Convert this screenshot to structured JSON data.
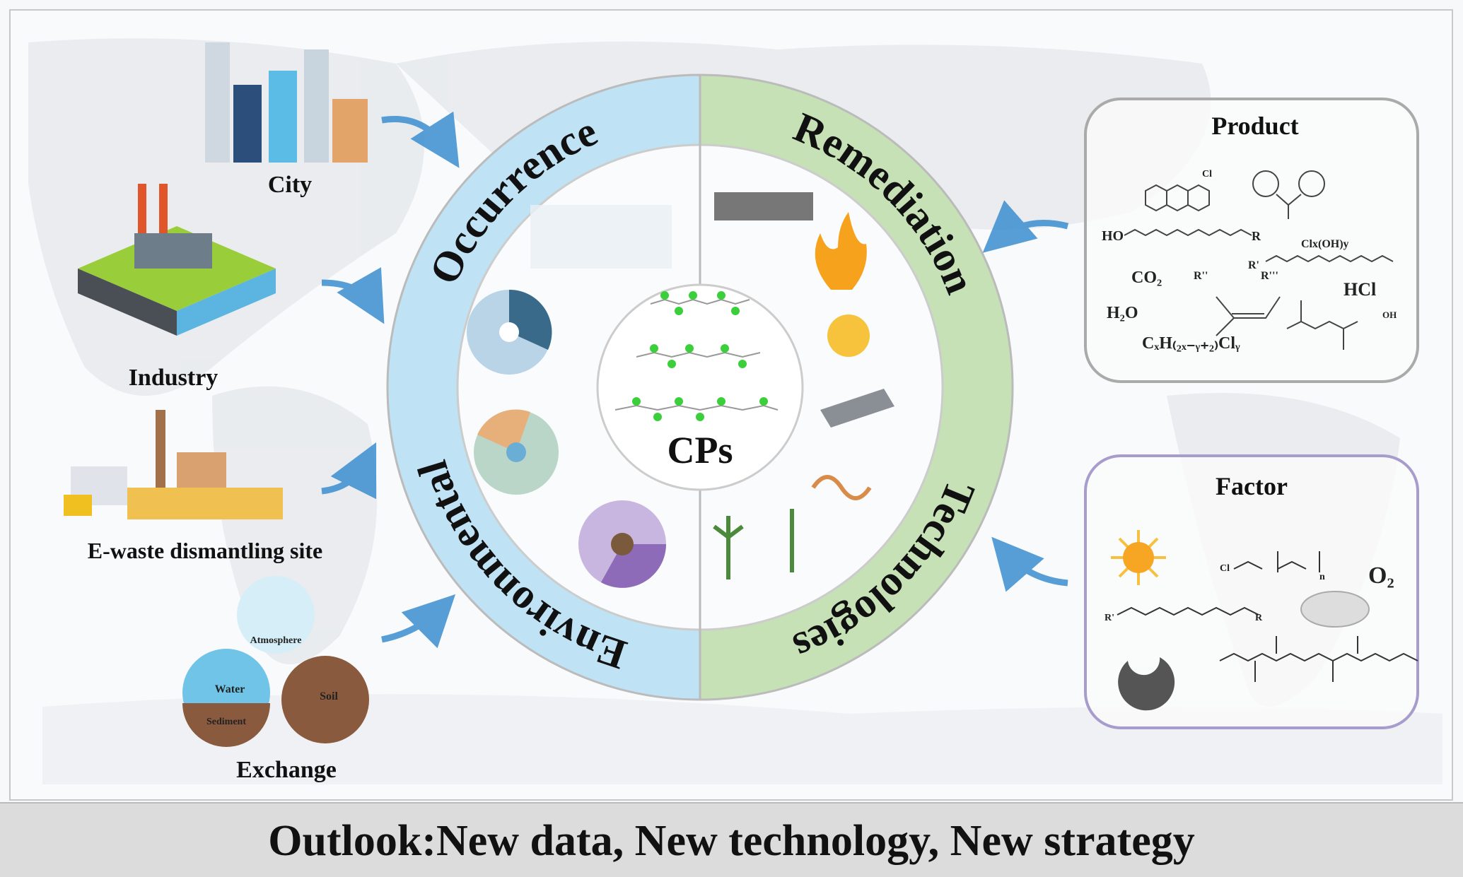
{
  "outlook": "Outlook:New data, New technology, New strategy",
  "center": {
    "label": "CPs"
  },
  "ring": {
    "occurrence": "Occurrence",
    "environmental": "Environmental",
    "remediation": "Remediation",
    "technologies": "Technologies",
    "left_color": "#bfe2f5",
    "right_color": "#c6e1b6"
  },
  "sources": {
    "city": "City",
    "industry": "Industry",
    "ewaste": "E-waste dismantling site",
    "exchange": "Exchange",
    "atmosphere": "Atmosphere",
    "water": "Water",
    "soil": "Soil",
    "sediment": "Sediment"
  },
  "product": {
    "title": "Product",
    "cl": "Cl",
    "ho": "HO",
    "r": "R",
    "clxoh": "Clx(OH)y",
    "r1": "R'",
    "r2": "R''",
    "r3": "R'''",
    "co2": "CO₂",
    "h2o": "H₂O",
    "hcl": "HCl",
    "formula": "CₓH₍₂ₓ₋ᵧ₊₂₎Clᵧ",
    "oh": "OH"
  },
  "factor": {
    "title": "Factor",
    "o2": "O₂",
    "cl": "Cl",
    "n": "n",
    "r1": "R'",
    "r": "R"
  }
}
